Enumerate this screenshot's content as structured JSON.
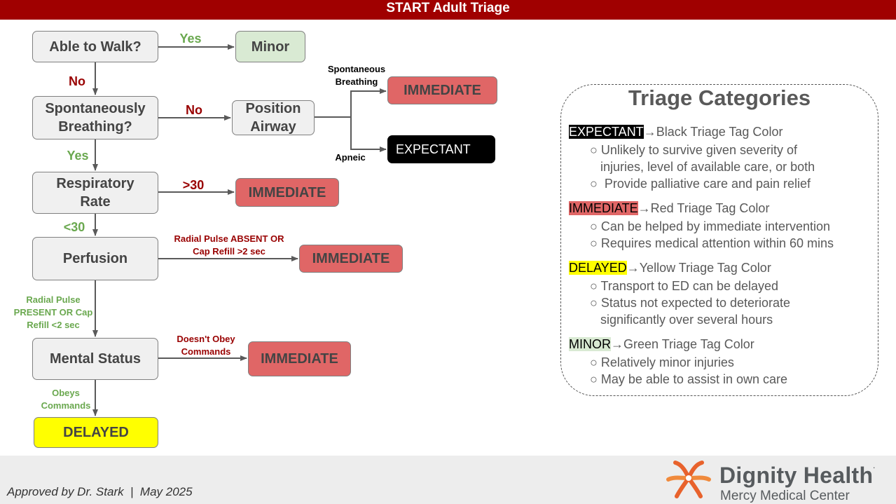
{
  "header": {
    "title": "START Adult Triage"
  },
  "flow": {
    "walk": "Able to Walk?",
    "walk_yes": "Yes",
    "minor": "Minor",
    "walk_no": "No",
    "breathing": "Spontaneously Breathing?",
    "breathing_no": "No",
    "position_airway": "Position Airway",
    "spontaneous_breathing": "Spontaneous Breathing",
    "apneic": "Apneic",
    "immediate_breathing": "IMMEDIATE",
    "expectant": "EXPECTANT",
    "breathing_yes": "Yes",
    "resp_rate": "Respiratory Rate",
    "rr_over": ">30",
    "immediate_rr": "IMMEDIATE",
    "rr_under": "<30",
    "perfusion": "Perfusion",
    "perf_absent": "Radial Pulse ABSENT OR Cap Refill >2 sec",
    "immediate_perf": "IMMEDIATE",
    "perf_present": "Radial Pulse PRESENT OR Cap Refill <2 sec",
    "mental": "Mental Status",
    "no_obey": "Doesn't Obey Commands",
    "immediate_mental": "IMMEDIATE",
    "obeys": "Obeys Commands",
    "delayed": "DELAYED"
  },
  "legend": {
    "title": "Triage Categories",
    "categories": [
      {
        "tag": "EXPECTANT",
        "tag_color": "#000000",
        "tag_text_color": "#ffffff",
        "desc": "→Black Triage Tag Color",
        "bullets": [
          "○ Unlikely to survive given severity of",
          "   injuries, level of available care, or both",
          "○  Provide palliative care and pain relief"
        ]
      },
      {
        "tag": "IMMEDIATE",
        "tag_color": "#e06666",
        "tag_text_color": "#000000",
        "desc": "→Red Triage Tag Color",
        "bullets": [
          "○ Can be helped by immediate intervention",
          "○ Requires medical attention within 60 mins"
        ]
      },
      {
        "tag": "DELAYED",
        "tag_color": "#ffff00",
        "tag_text_color": "#000000",
        "desc": "→Yellow Triage Tag Color",
        "bullets": [
          "○ Transport to ED can be delayed",
          "○ Status not expected to deteriorate",
          "   significantly over several hours"
        ]
      },
      {
        "tag": "MINOR",
        "tag_color": "#d9ead3",
        "tag_text_color": "#000000",
        "desc": "→Green Triage Tag Color",
        "bullets": [
          "○ Relatively minor injuries",
          "○ May be able to assist in own care"
        ]
      }
    ]
  },
  "footer": {
    "approval": "Approved by Dr. Stark  |  May 2025",
    "brand": "Dignity Health",
    "trademark": ".",
    "site": "Mercy Medical Center"
  },
  "colors": {
    "header": "#a00000",
    "yes_green": "#6aa84f",
    "no_red": "#990000"
  }
}
